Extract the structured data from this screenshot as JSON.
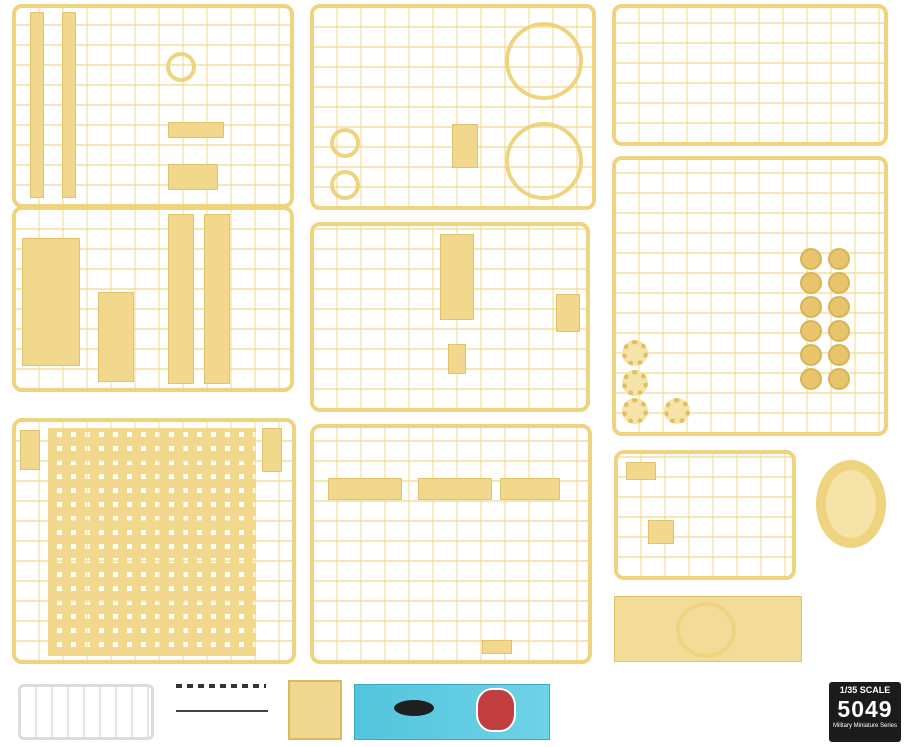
{
  "scale_badge": {
    "scale": "1/35 SCALE",
    "kit_number": "5049",
    "series": "Military Miniature Series"
  },
  "colors": {
    "plastic": "#f1d88d",
    "sprue_frame": "#efd47f",
    "clear_plastic": "#dcdcdc",
    "decal_background": "#53c5dd",
    "badge_background": "#1b1b1b"
  }
}
